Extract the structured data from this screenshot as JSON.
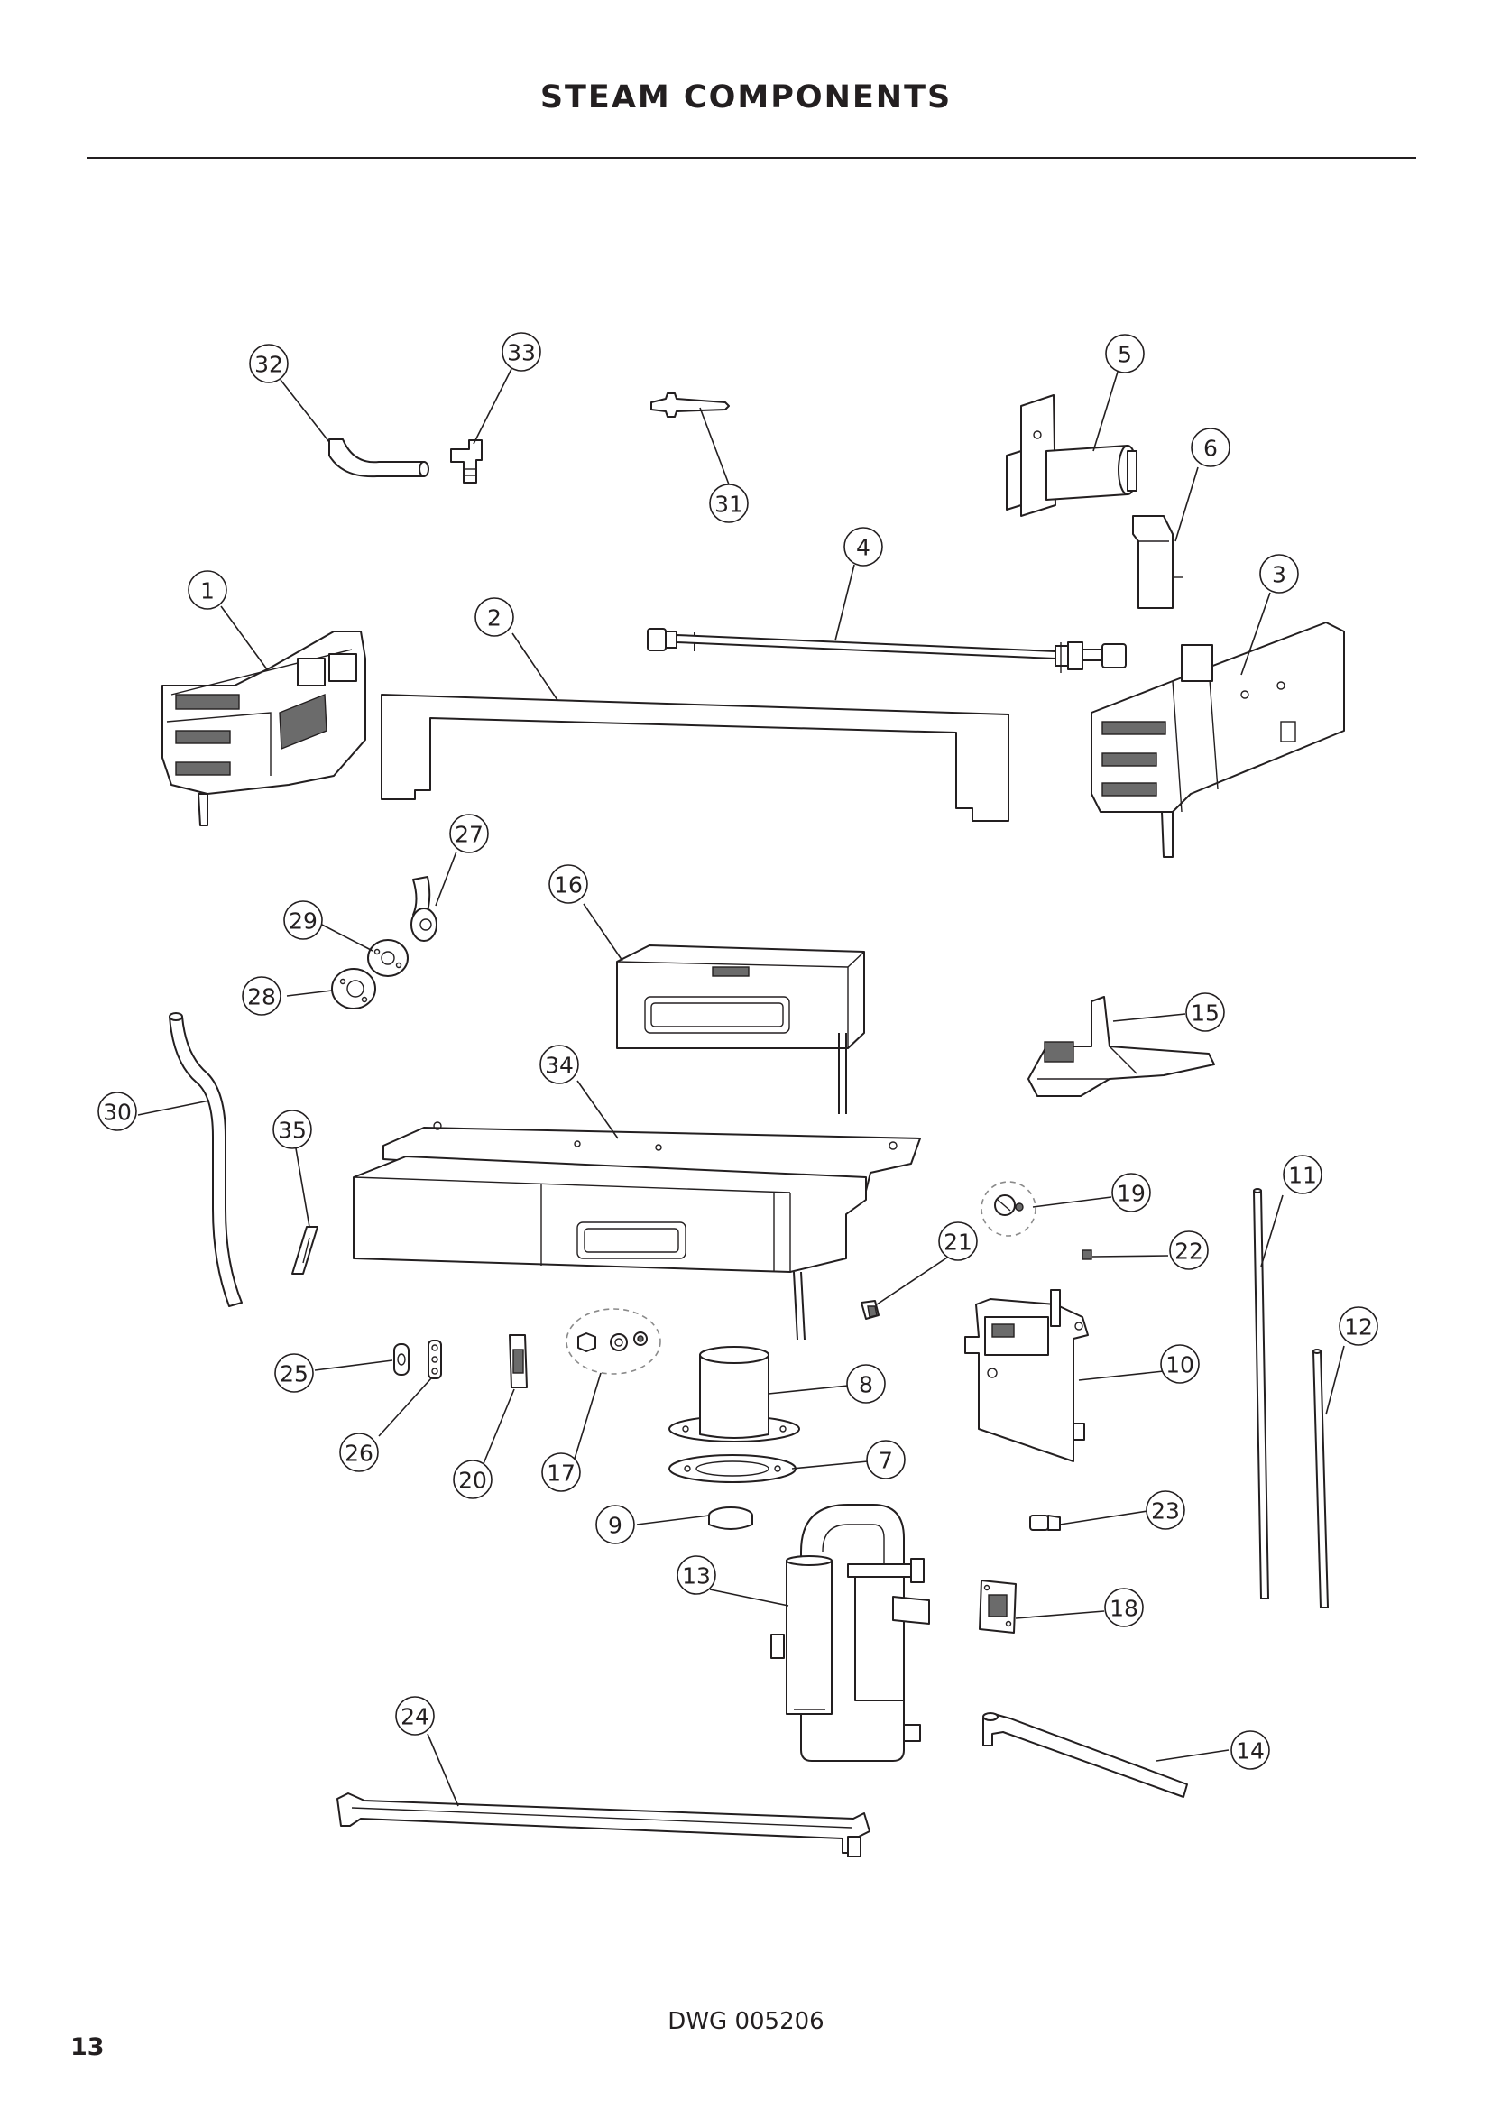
{
  "page": {
    "title": "STEAM COMPONENTS",
    "drawing_number": "DWG 005206",
    "page_number": "13"
  },
  "callouts": {
    "c1": "1",
    "c2": "2",
    "c3": "3",
    "c4": "4",
    "c5": "5",
    "c6": "6",
    "c7": "7",
    "c8": "8",
    "c9": "9",
    "c10": "10",
    "c11": "11",
    "c12": "12",
    "c13": "13",
    "c14": "14",
    "c15": "15",
    "c16": "16",
    "c17": "17",
    "c18": "18",
    "c19": "19",
    "c20": "20",
    "c21": "21",
    "c22": "22",
    "c23": "23",
    "c24": "24",
    "c25": "25",
    "c26": "26",
    "c27": "27",
    "c28": "28",
    "c29": "29",
    "c30": "30",
    "c31": "31",
    "c32": "32",
    "c33": "33",
    "c34": "34",
    "c35": "35"
  }
}
